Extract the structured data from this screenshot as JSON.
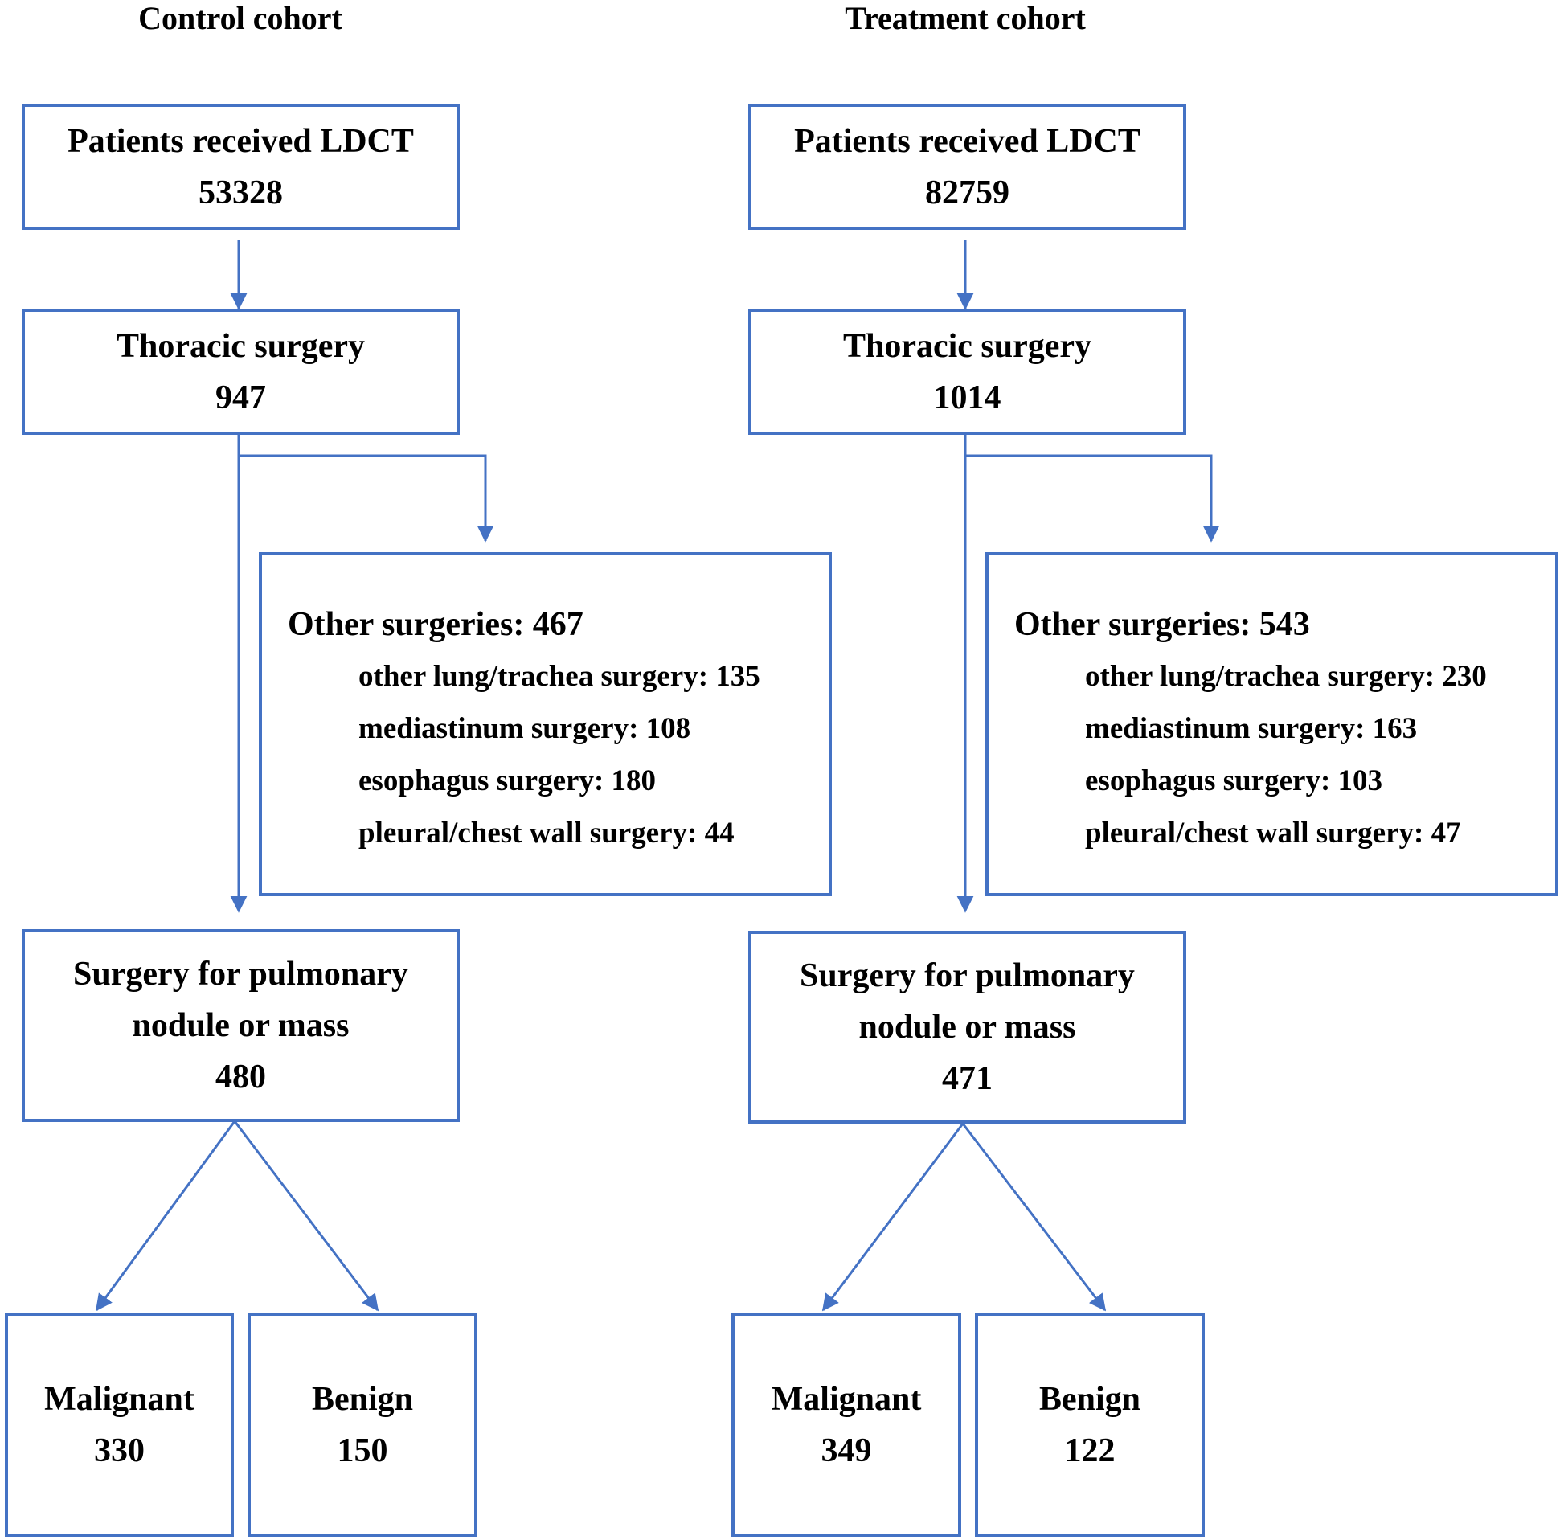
{
  "colors": {
    "box_border": "#4472C4",
    "arrow": "#4472C4",
    "text": "#000000"
  },
  "control": {
    "heading": "Control cohort",
    "ldct": {
      "label": "Patients received LDCT",
      "count": "53328"
    },
    "thoracic": {
      "label": "Thoracic surgery",
      "count": "947"
    },
    "other": {
      "label": "Other surgeries: 467",
      "items": [
        "other lung/trachea surgery: 135",
        "mediastinum surgery: 108",
        "esophagus surgery: 180",
        "pleural/chest wall surgery: 44"
      ]
    },
    "pulmonary": {
      "label_line1": "Surgery for pulmonary",
      "label_line2": "nodule or mass",
      "count": "480"
    },
    "malignant": {
      "label": "Malignant",
      "count": "330"
    },
    "benign": {
      "label": "Benign",
      "count": "150"
    }
  },
  "treatment": {
    "heading": "Treatment cohort",
    "ldct": {
      "label": "Patients received LDCT",
      "count": "82759"
    },
    "thoracic": {
      "label": "Thoracic surgery",
      "count": "1014"
    },
    "other": {
      "label": "Other surgeries: 543",
      "items": [
        "other lung/trachea surgery: 230",
        "mediastinum surgery: 163",
        "esophagus surgery: 103",
        "pleural/chest wall surgery: 47"
      ]
    },
    "pulmonary": {
      "label_line1": "Surgery for pulmonary",
      "label_line2": "nodule or mass",
      "count": "471"
    },
    "malignant": {
      "label": "Malignant",
      "count": "349"
    },
    "benign": {
      "label": "Benign",
      "count": "122"
    }
  }
}
